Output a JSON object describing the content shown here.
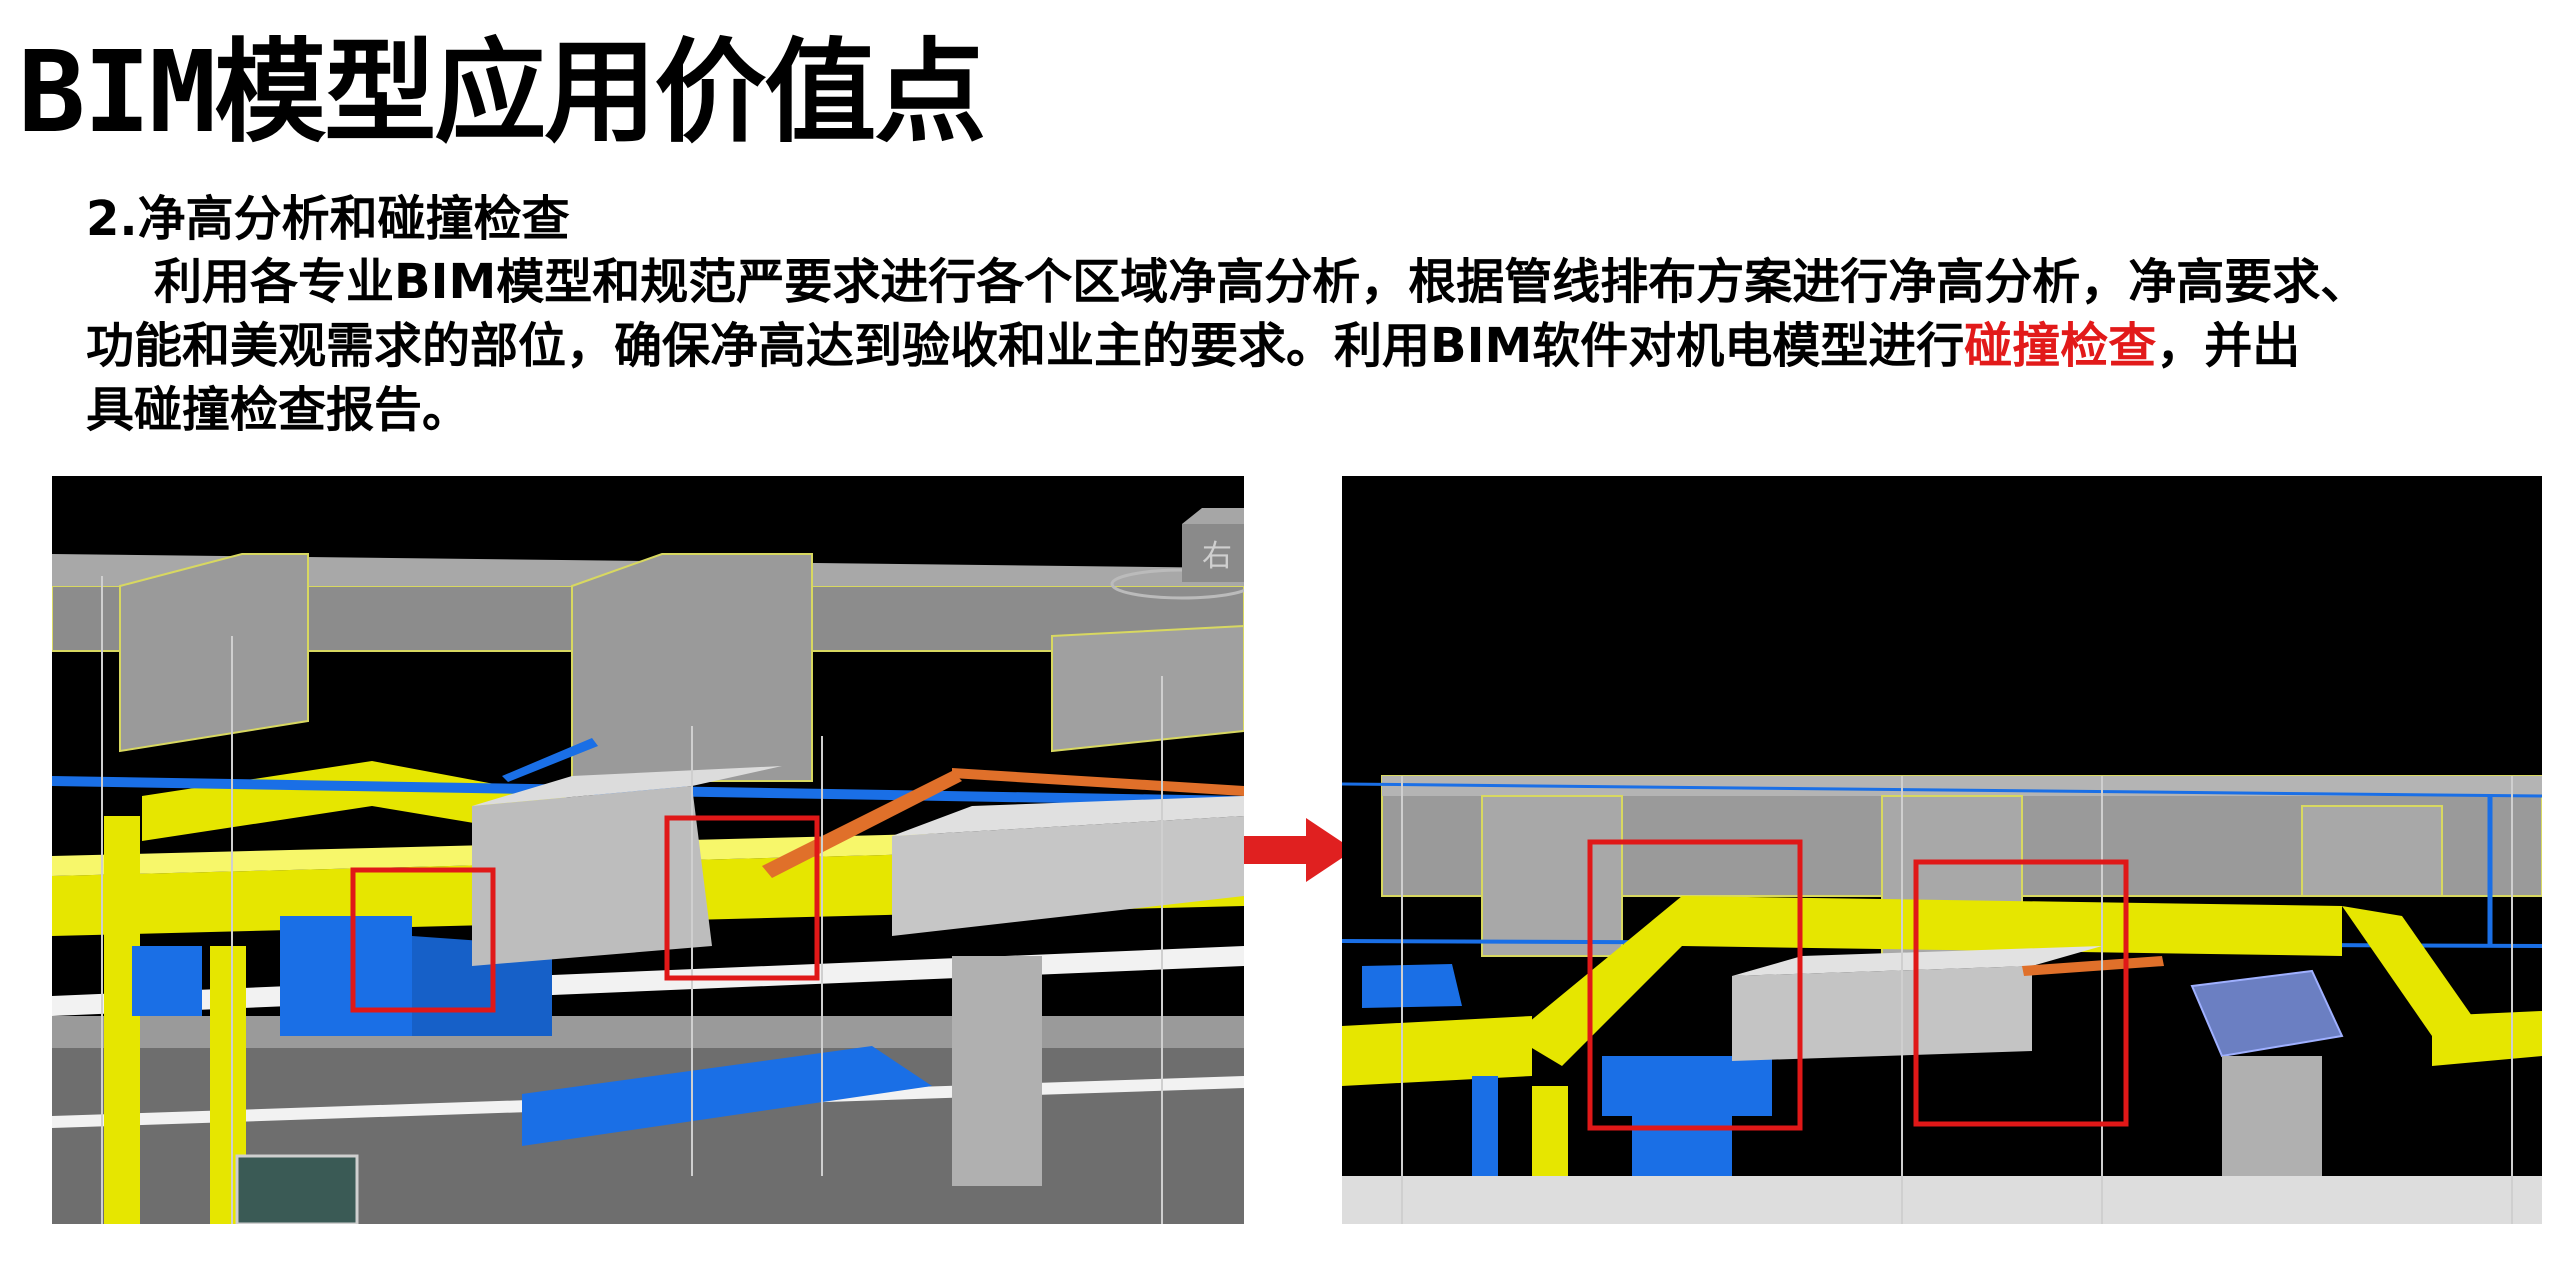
{
  "title": "BIM模型应用价值点",
  "section": {
    "heading": "2.净高分析和碰撞检查",
    "line1": "利用各专业BIM模型和规范严要求进行各个区域净高分析，根据管线排布方案进行净高分析，净高要求、",
    "line2_before": "功能和美观需求的部位，确保净高达到验收和业主的要求。利用BIM软件对机电模型进行",
    "line2_highlight": "碰撞检查",
    "line2_after": "，并出",
    "line3": "具碰撞检查报告。"
  },
  "viewcube_label": "右",
  "colors": {
    "highlight_text": "#e21a1a",
    "concrete": "#8c8c8c",
    "duct_yellow": "#e6e600",
    "pipe_blue": "#1a6fe6",
    "pipe_orange": "#e0702a",
    "clash_box": "#e01818"
  }
}
